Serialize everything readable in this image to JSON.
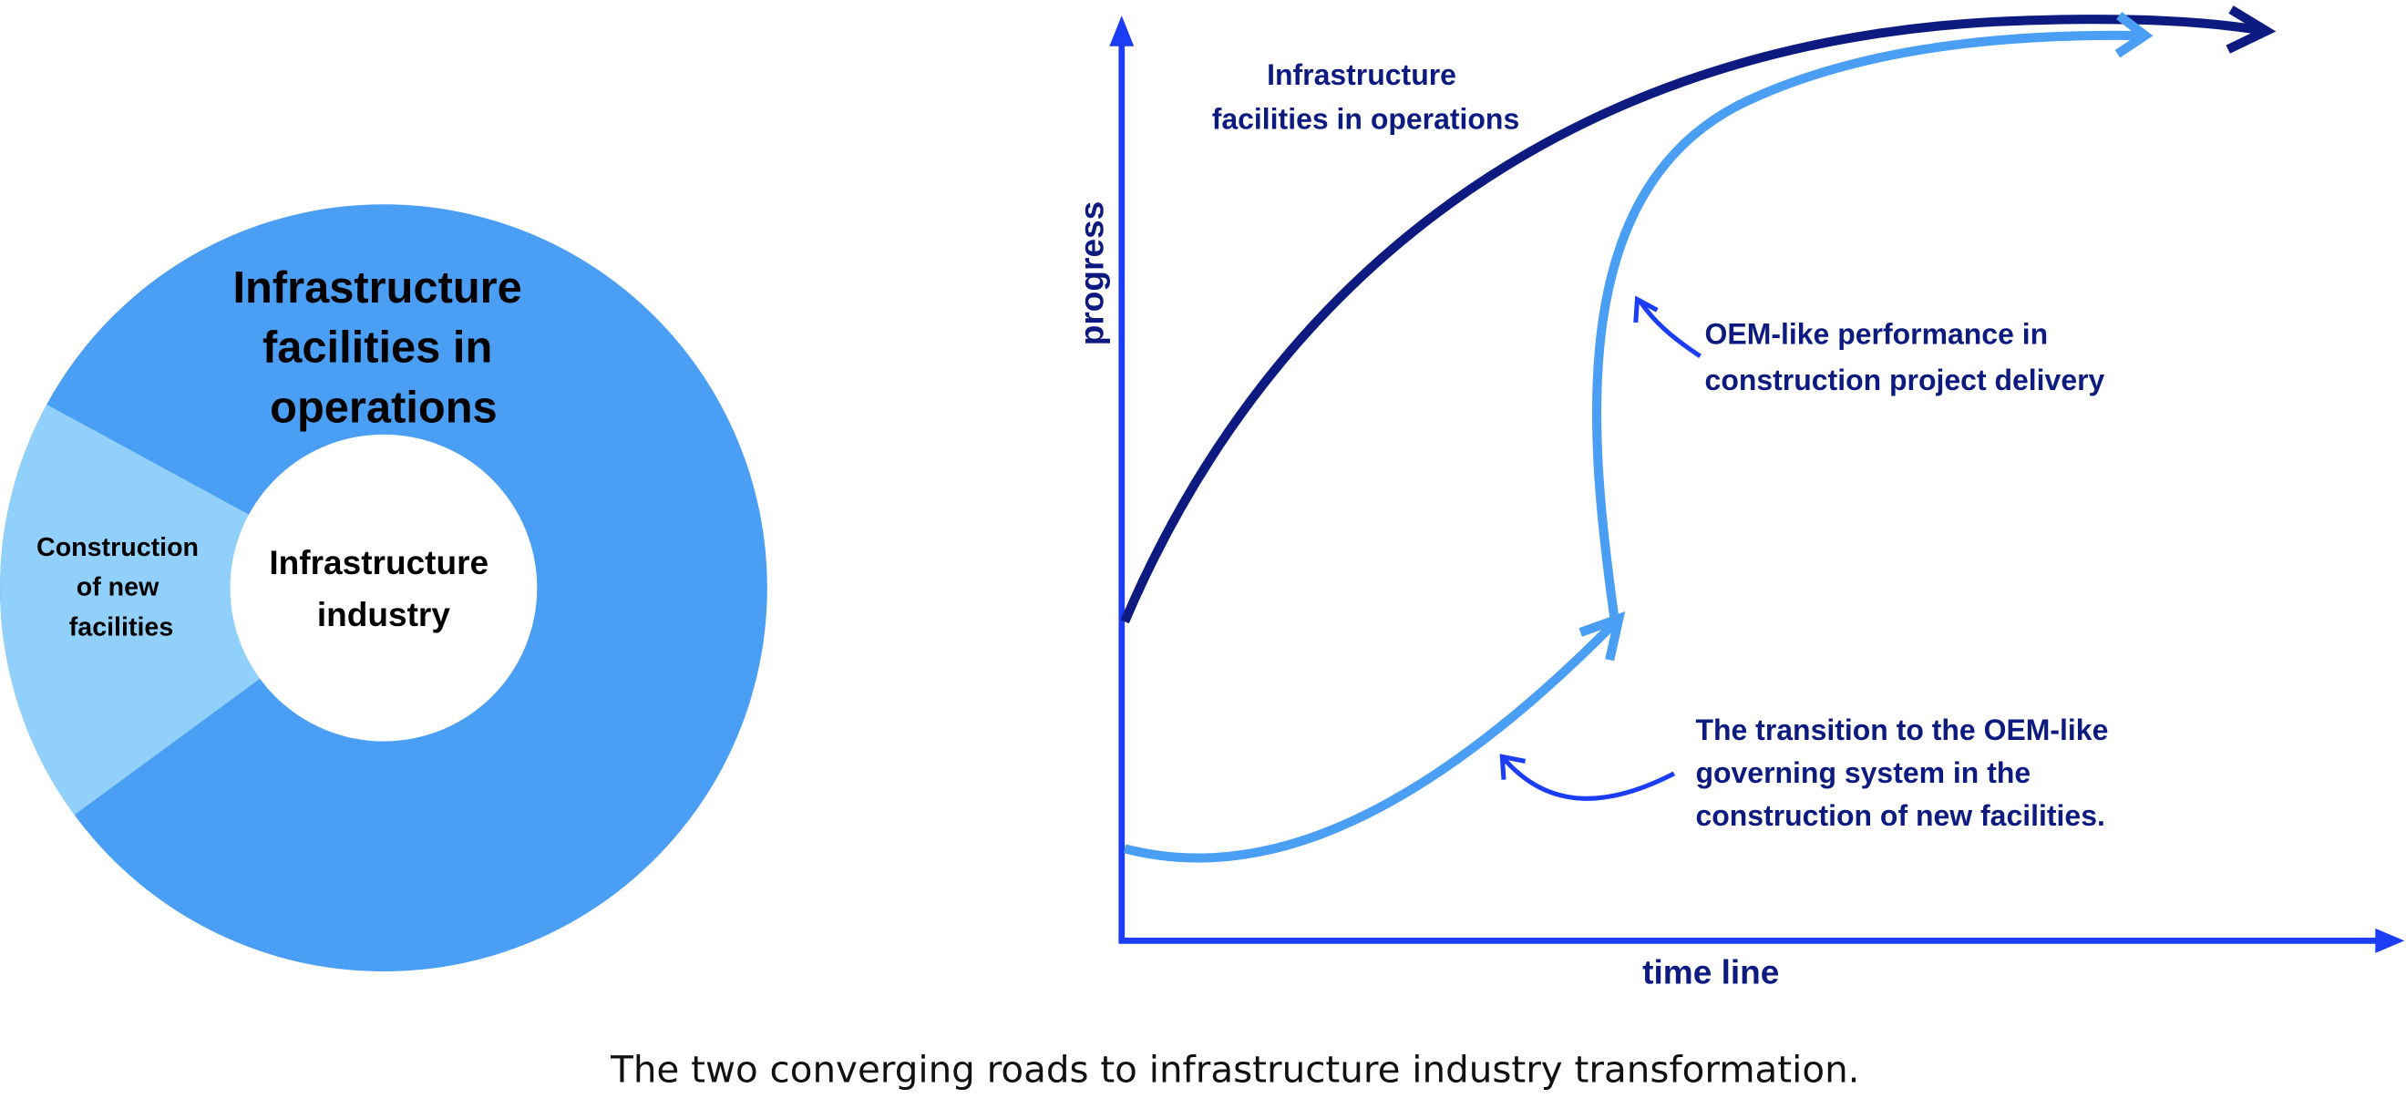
{
  "colors": {
    "operations_slice": "#4a9ff5",
    "construction_slice": "#90d0fa",
    "operations_curve": "#0d1a80",
    "construction_curve": "#4a9ff5",
    "axis": "#1a3df5",
    "annotation_text": "#0d1a80"
  },
  "donut": {
    "center_label": [
      "Infrastructure",
      "industry"
    ],
    "slices": [
      {
        "label": [
          "Infrastructure",
          "facilities in",
          "operations"
        ],
        "share_percent": 82
      },
      {
        "label": [
          "Construction",
          "of new",
          "facilities"
        ],
        "share_percent": 18
      }
    ]
  },
  "graph": {
    "y_axis_label": "progress",
    "x_axis_label": "time line",
    "operations_curve_label": [
      "Infrastructure",
      "facilities in operations"
    ],
    "oem_label": [
      "OEM-like performance in",
      "construction project delivery"
    ],
    "transition_label": [
      "The transition to the OEM-like",
      "governing system in the",
      "construction of new facilities."
    ]
  },
  "caption": "The two converging roads to infrastructure industry transformation."
}
